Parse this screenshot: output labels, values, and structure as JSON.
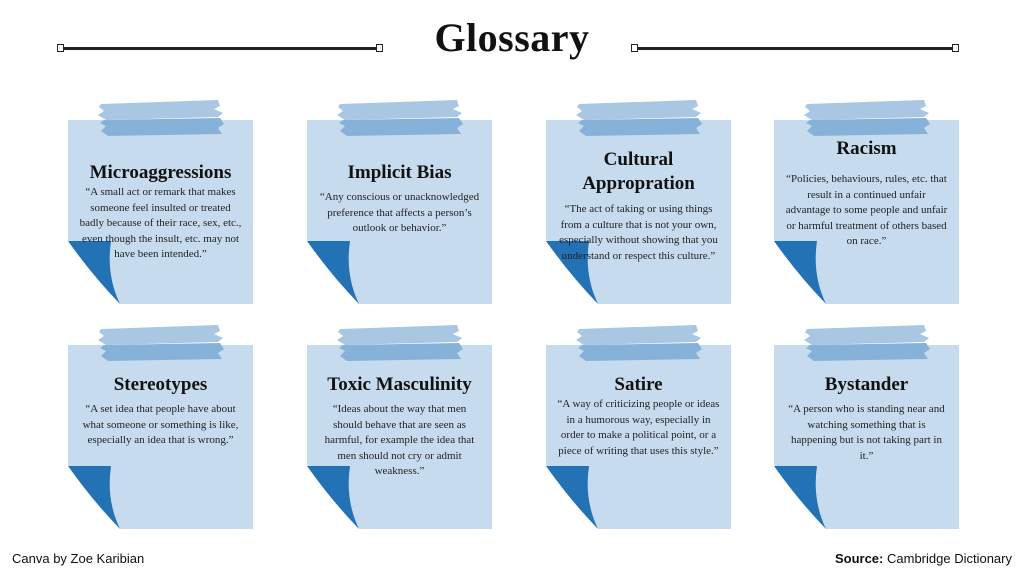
{
  "title": "Glossary",
  "colors": {
    "card": "#c6dcee",
    "tape_light": "#a9c6e2",
    "tape_dark": "#86b1d8",
    "curl": "#2372b6"
  },
  "cards": [
    {
      "term": "Microaggressions",
      "definition": "“A small act or remark that makes someone feel insulted or treated badly because of their race, sex, etc., even though the insult, etc. may not have been intended.”"
    },
    {
      "term": "Implicit Bias",
      "definition": "“Any conscious or unacknowledged preference that affects a person’s outlook or behavior.”"
    },
    {
      "term": "Cultural Appropration",
      "definition": "“The act of taking or using things from a culture that is not your own, especially without showing that you understand or respect this culture.”"
    },
    {
      "term": "Racism",
      "definition": "“Policies, behaviours, rules, etc. that result in a continued unfair advantage to some people and unfair or harmful treatment of others based on race.”"
    },
    {
      "term": "Stereotypes",
      "definition": "“A set idea that people have about what someone or something is like, especially an idea that is wrong.”"
    },
    {
      "term": "Toxic Masculinity",
      "definition": "“Ideas about the way that men should behave that are seen as harmful, for example the idea that men should not cry or admit weakness.”"
    },
    {
      "term": "Satire",
      "definition": "“A way of criticizing people or ideas in a humorous way, especially in order to make a political point, or a piece of writing that uses this style.”"
    },
    {
      "term": "Bystander",
      "definition": "“A person who is standing near and watching something that is happening but is not taking part in it.”"
    }
  ],
  "footer": {
    "credit": "Canva by Zoe Karibian",
    "source_label": "Source:",
    "source_value": "Cambridge Dictionary"
  }
}
